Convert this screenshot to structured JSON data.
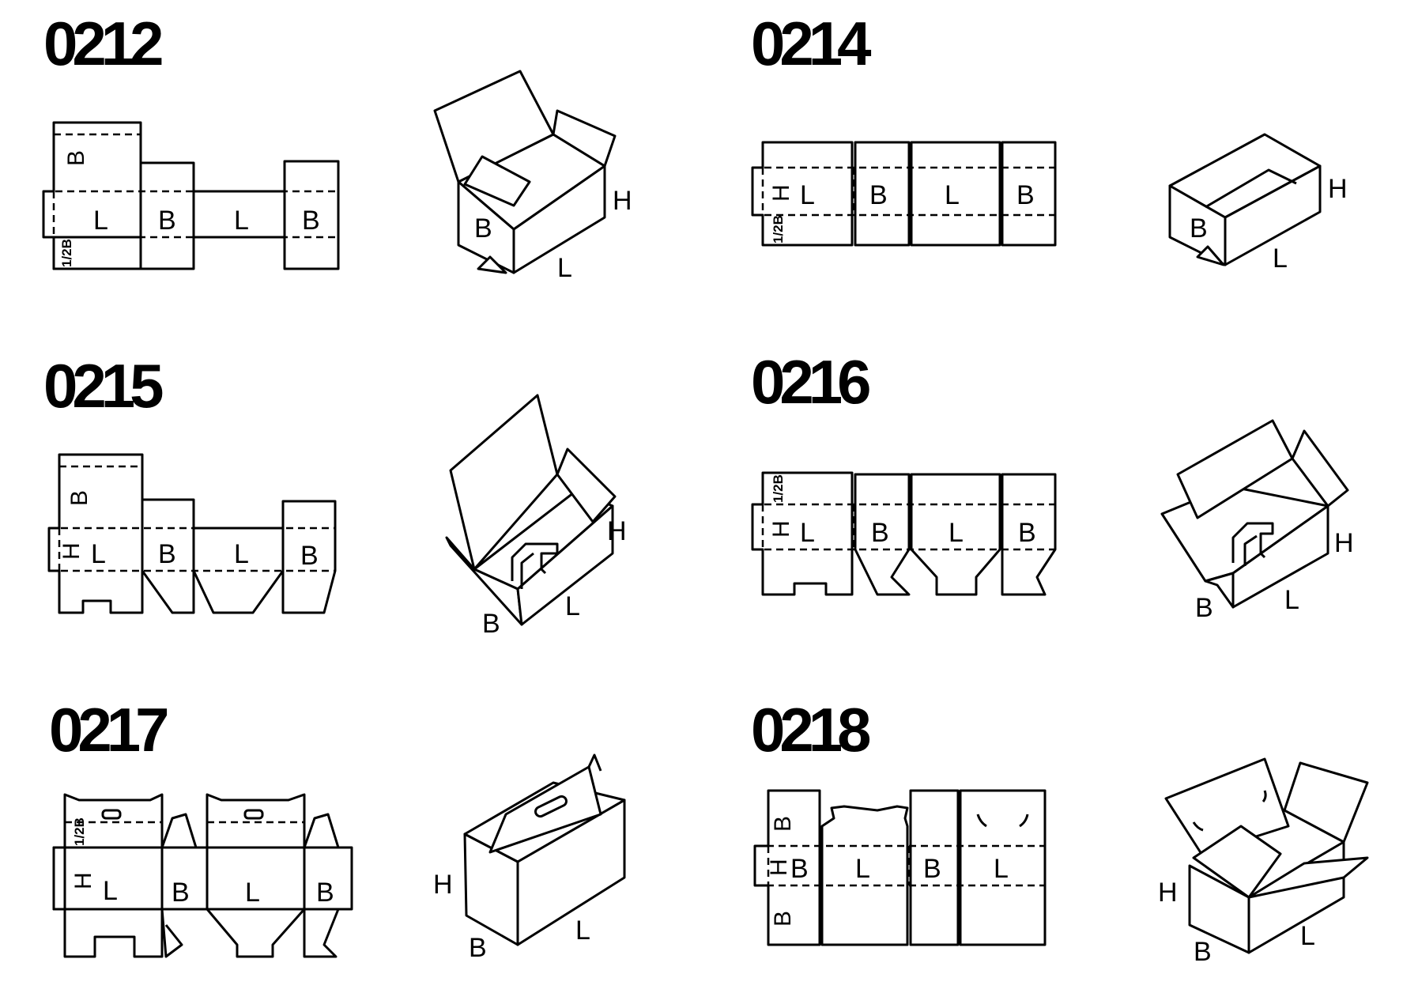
{
  "diagrams": [
    {
      "code": "0212",
      "flat_labels": {
        "top_flap": "B",
        "panel1": "L",
        "panel2": "B",
        "panel3": "L",
        "panel4": "B",
        "half": "1/2B"
      },
      "box_labels": {
        "b": "B",
        "h": "H",
        "l": "L"
      }
    },
    {
      "code": "0214",
      "flat_labels": {
        "h": "H",
        "panel1": "L",
        "panel2": "B",
        "panel3": "L",
        "panel4": "B",
        "half": "1/2B"
      },
      "box_labels": {
        "b": "B",
        "h": "H",
        "l": "L"
      }
    },
    {
      "code": "0215",
      "flat_labels": {
        "top_flap": "B",
        "h": "H",
        "panel1": "L",
        "panel2": "B",
        "panel3": "L",
        "panel4": "B"
      },
      "box_labels": {
        "b": "B",
        "h": "H",
        "l": "L"
      }
    },
    {
      "code": "0216",
      "flat_labels": {
        "half": "1/2B",
        "h": "H",
        "panel1": "L",
        "panel2": "B",
        "panel3": "L",
        "panel4": "B"
      },
      "box_labels": {
        "b": "B",
        "h": "H",
        "l": "L"
      }
    },
    {
      "code": "0217",
      "flat_labels": {
        "half": "1/2B",
        "h": "H",
        "panel1": "L",
        "panel2": "B",
        "panel3": "L",
        "panel4": "B"
      },
      "box_labels": {
        "b": "B",
        "h": "H",
        "l": "L"
      }
    },
    {
      "code": "0218",
      "flat_labels": {
        "top_b": "B",
        "h": "H",
        "panel1": "B",
        "panel2": "L",
        "panel3": "B",
        "panel4": "L",
        "bottom_b": "B"
      },
      "box_labels": {
        "b": "B",
        "h": "H",
        "l": "L"
      }
    }
  ]
}
